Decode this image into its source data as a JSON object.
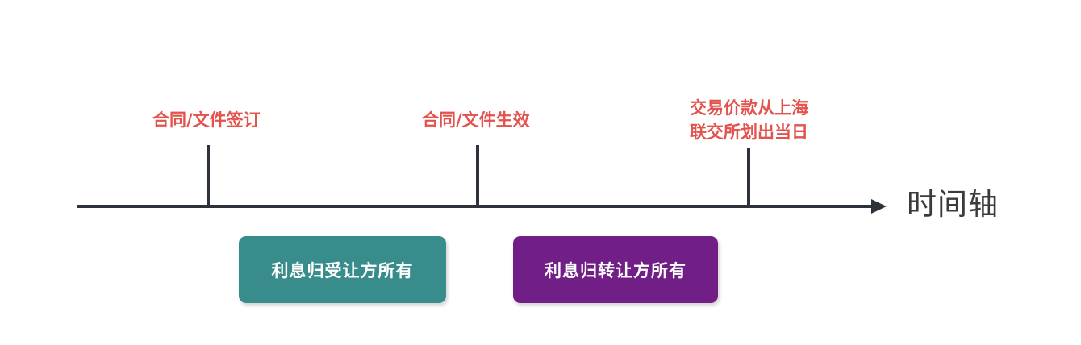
{
  "diagram": {
    "title": "时间轴",
    "axis": {
      "label": "时间轴",
      "arrow_icon": "arrow-right-icon",
      "color": "#2e333b"
    },
    "events": [
      {
        "id": "contract-signed",
        "label": "合同/文件签订",
        "color": "#e2534d"
      },
      {
        "id": "contract-effective",
        "label": "合同/文件生效",
        "color": "#e2534d"
      },
      {
        "id": "payment-transferred",
        "label": "交易价款从上海\n联交所划出当日",
        "color": "#e2534d"
      }
    ],
    "periods": [
      {
        "id": "interest-to-transferee",
        "label": "利息归受让方所有",
        "color": "#388C8C"
      },
      {
        "id": "interest-to-transferor",
        "label": "利息归转让方所有",
        "color": "#711F86"
      }
    ]
  }
}
